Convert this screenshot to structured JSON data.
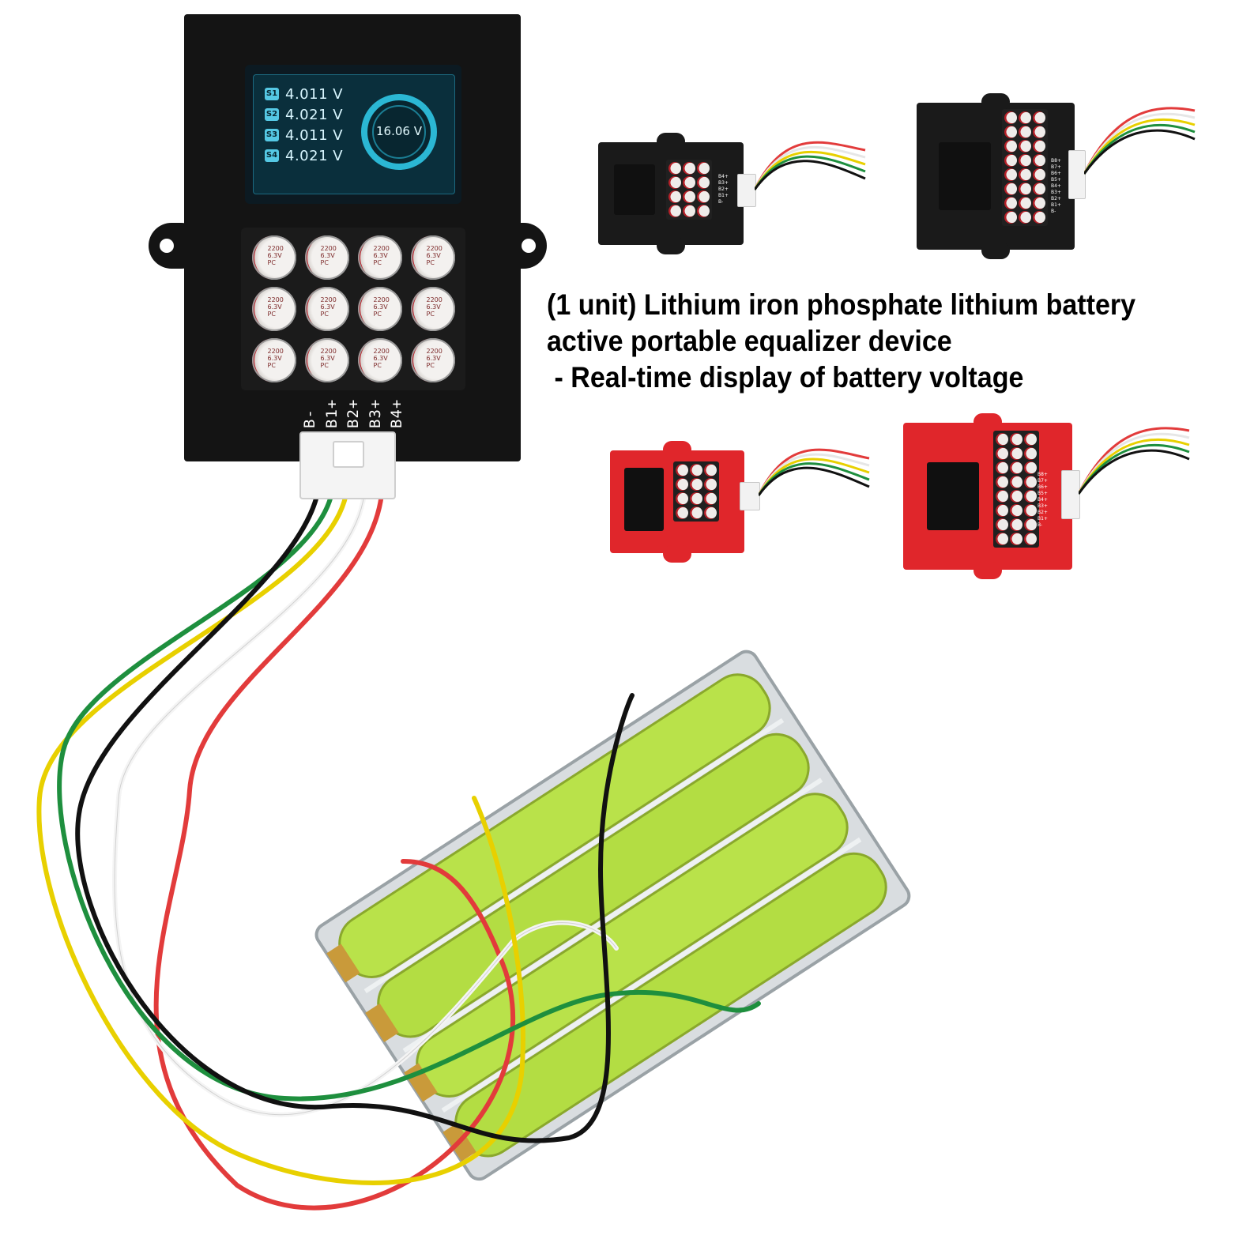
{
  "lcd": {
    "cells": [
      {
        "id": "S1",
        "voltage": "4.011 V"
      },
      {
        "id": "S2",
        "voltage": "4.021 V"
      },
      {
        "id": "S3",
        "voltage": "4.011 V"
      },
      {
        "id": "S4",
        "voltage": "4.021 V"
      }
    ],
    "total_voltage": "16.06 V",
    "screen_color": "#0a2f3c",
    "accent_color": "#2bb7d4"
  },
  "capacitor_label": [
    "2200",
    "6.3V",
    "PC"
  ],
  "pin_labels": [
    "B-",
    "B1+",
    "B2+",
    "B3+",
    "B4+"
  ],
  "headline": {
    "line1": "(1 unit) Lithium iron phosphate lithium battery",
    "line2": "active portable equalizer device",
    "line3": " - Real-time display of battery voltage"
  },
  "variants": [
    {
      "name": "black-4s",
      "body_color": "#1a1a1a",
      "pins": [
        "B4+",
        "B3+",
        "B2+",
        "B1+",
        "B-"
      ]
    },
    {
      "name": "black-8s",
      "body_color": "#1a1a1a",
      "pins": [
        "B8+",
        "B7+",
        "B6+",
        "B5+",
        "B4+",
        "B3+",
        "B2+",
        "B1+",
        "B-"
      ]
    },
    {
      "name": "red-4s",
      "body_color": "#e0262b",
      "pins": []
    },
    {
      "name": "red-8s",
      "body_color": "#e0262b",
      "pins": [
        "B8+",
        "B7+",
        "B6+",
        "B5+",
        "B4+",
        "B3+",
        "B2+",
        "B1+",
        "B-"
      ]
    }
  ],
  "wire_colors": [
    "#e23b3b",
    "#ffffff",
    "#e8d000",
    "#1e8f3e",
    "#111111"
  ],
  "cell_color": "#b9e24a"
}
